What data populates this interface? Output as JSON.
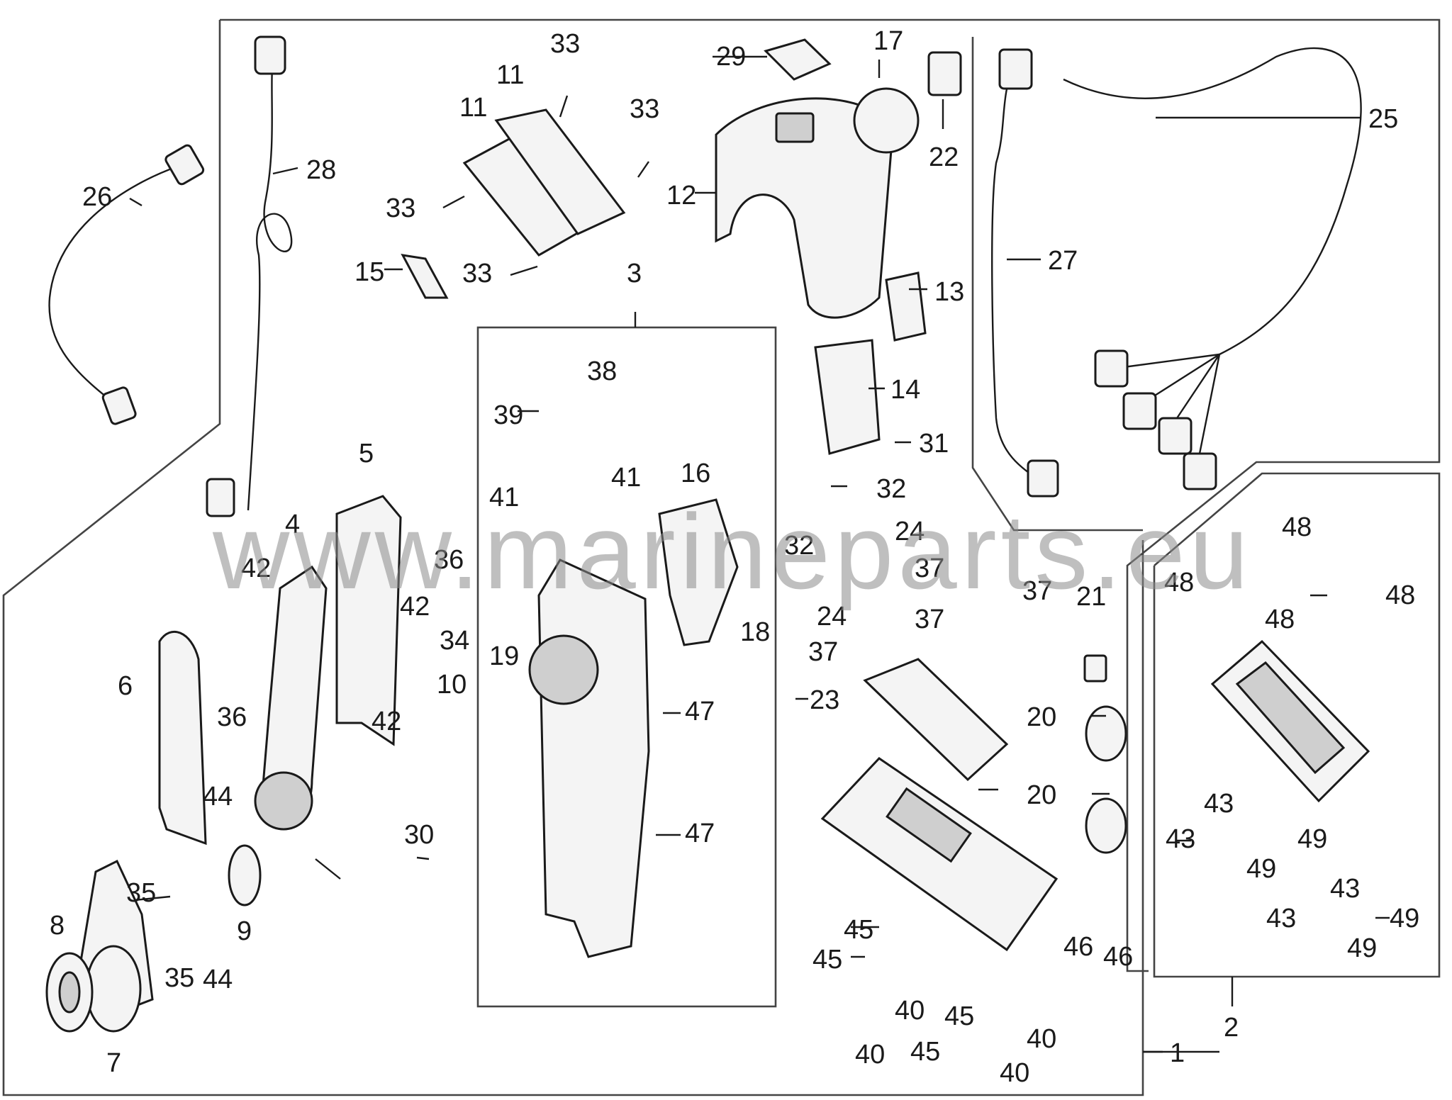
{
  "diagram": {
    "watermark": "www.marineparts.eu",
    "callouts": [
      "1",
      "2",
      "3",
      "4",
      "5",
      "6",
      "7",
      "8",
      "9",
      "10",
      "11",
      "12",
      "13",
      "14",
      "15",
      "16",
      "17",
      "18",
      "19",
      "20",
      "21",
      "22",
      "23",
      "24",
      "25",
      "26",
      "27",
      "28",
      "29",
      "30",
      "31",
      "32",
      "33",
      "34",
      "35",
      "36",
      "37",
      "38",
      "39",
      "40",
      "41",
      "42",
      "43",
      "44",
      "45",
      "46",
      "47",
      "48",
      "49"
    ]
  }
}
